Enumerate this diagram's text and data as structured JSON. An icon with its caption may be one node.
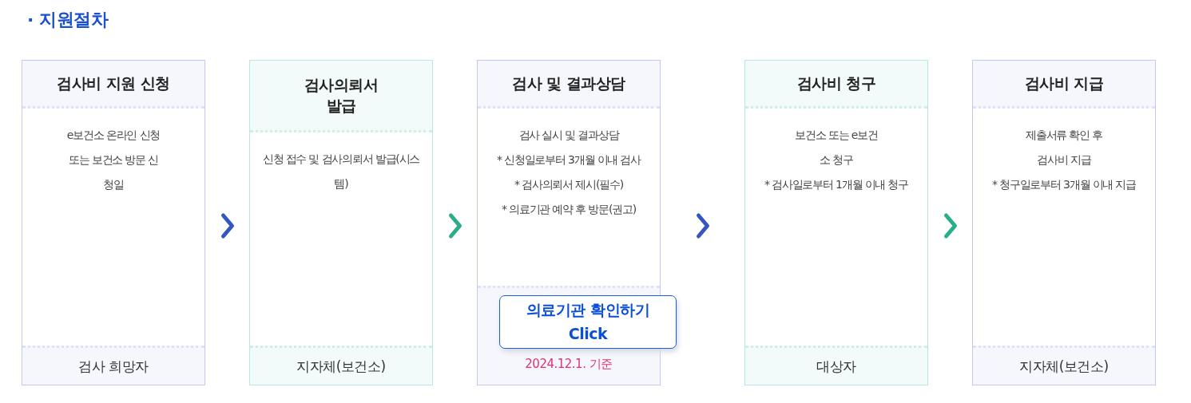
{
  "diagram": {
    "title": "· 지원절차",
    "nodes": [
      {
        "text": [
          "검사비 지원 신청",
          "e보건소 온라인 신청 또는 보건소 방문 신청일",
          "검사 희망자"
        ]
      },
      {
        "text": [
          "검사의뢰서 발급",
          "신청 접수 및 검사의뢰서 발급(시스템)",
          "지자체(보건소)"
        ]
      },
      {
        "text": [
          "검사 및 결과상담",
          "검사 실시 및 결과상담",
          "* 신청일로부터 3개월 이내 검사",
          "* 검사의뢰서 제시(필수)",
          "* 의료기관 예약 후 방문(권고)",
          "2024.12.1. 기준"
        ]
      },
      {
        "text": [
          "의료기관 확인하기 Click"
        ],
        "in": 2
      },
      {
        "text": [
          "검사비 청구",
          "보건소 또는 e보건소 청구",
          "* 검사일로부터 1개월 이내 청구",
          "대상자"
        ]
      },
      {
        "text": [
          "검사비 지급",
          "제출서류 확인 후 검사비 지급",
          "* 청구일로부터 3개월 이내 지급",
          "지자체(보건소)"
        ]
      }
    ],
    "edges": [
      {
        "from": 0,
        "to": 1,
        "arrow": "to",
        "color": "#3556c0"
      },
      {
        "from": 1,
        "to": 2,
        "arrow": "to",
        "color": "#2aae8a"
      },
      {
        "from": 2,
        "to": 4,
        "arrow": "to",
        "color": "#3556c0"
      },
      {
        "from": 4,
        "to": 5,
        "arrow": "to",
        "color": "#2aae8a"
      }
    ]
  }
}
